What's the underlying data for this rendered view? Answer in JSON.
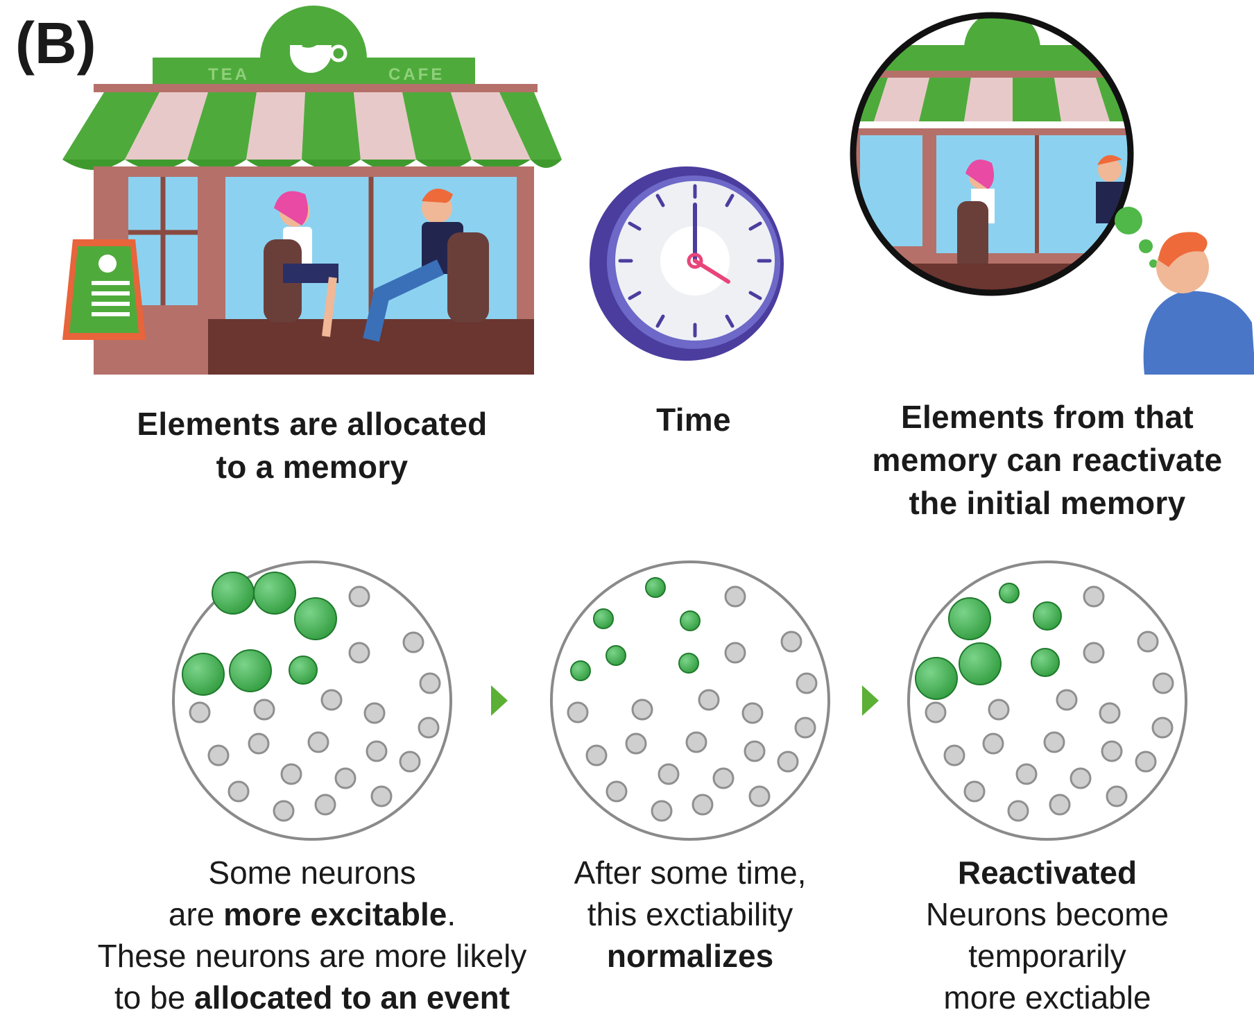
{
  "panel_label": "(B)",
  "cafe_sign": {
    "left": "TEA",
    "right": "CAFE"
  },
  "captions": {
    "encoding": [
      "Elements are allocated",
      "to a memory"
    ],
    "time": "Time",
    "recall": [
      "Elements from that",
      "memory can reactivate",
      "the initial memory"
    ]
  },
  "descriptions": {
    "excitable": {
      "l1": "Some neurons",
      "l2_pre": "are ",
      "l2_bold": "more excitable",
      "l2_post": ".",
      "l3": "These neurons are more likely",
      "l4_pre": "to be ",
      "l4_bold": "allocated to an event"
    },
    "normalize": {
      "l1": "After some time,",
      "l2": "this exctiability",
      "l3_bold": "normalizes"
    },
    "reactivated": {
      "l1_bold": "Reactivated",
      "l2": "Neurons become",
      "l3": "temporarily",
      "l4": "more exctiable"
    }
  },
  "colors": {
    "active_neuron": "#3bb54a",
    "inactive_neuron": "#cfcfcf",
    "arrow": "#5bb035",
    "awning_green": "#4faa3c",
    "awning_pink": "#e8c9c9",
    "clock_ring": "#4a3d9e"
  }
}
